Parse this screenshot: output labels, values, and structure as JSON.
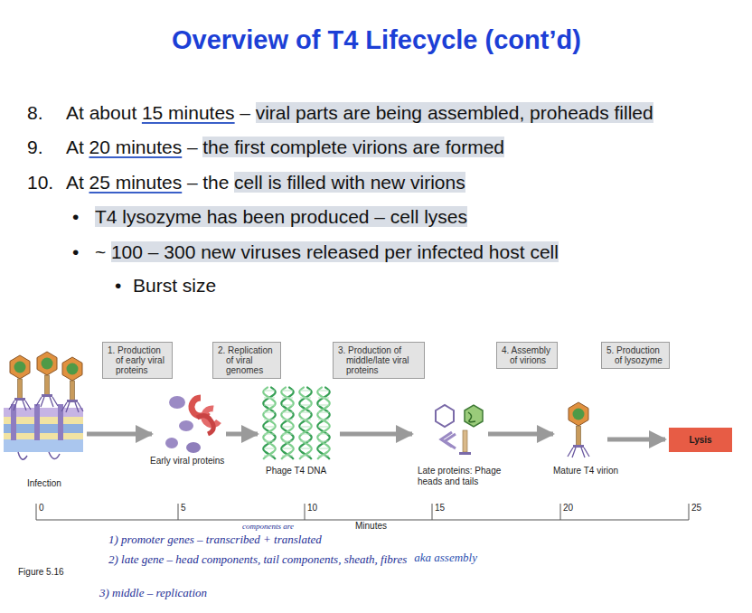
{
  "diagram": {
    "title": "Overview of T4 Lifecycle (cont’d)",
    "nodes": [
      {
        "text": [
          "1. Production of early viral proteins"
        ]
      },
      {
        "text": [
          "2. Replication of viral genomes"
        ]
      },
      {
        "text": [
          "3. Production of middle/late viral proteins"
        ]
      },
      {
        "text": [
          "4. Assembly of virions"
        ]
      },
      {
        "text": [
          "5. Production of lysozyme"
        ]
      },
      {
        "text": [
          "Lysis"
        ]
      }
    ],
    "labels": [
      "8.",
      "At about",
      "15 minutes",
      "–",
      "viral parts are being assembled, proheads filled",
      "9.",
      "At",
      "20 minutes",
      "–",
      "the first complete virions are formed",
      "10.",
      "At",
      "25 minutes",
      "–",
      "the",
      "cell is filled with new virions",
      "•",
      "T4 lysozyme has been produced – cell lyses",
      "•",
      "~",
      "100 – 300 new viruses released per infected host cell",
      "•",
      "Burst size",
      "Infection",
      "Early viral proteins",
      "Phage T4 DNA",
      "Late proteins: Phage heads and tails",
      "Mature T4 virion",
      "0",
      "5",
      "10",
      "15",
      "20",
      "25",
      "Minutes",
      "Figure 5.16",
      "components are",
      "1) promoter genes – transcribed + translated",
      "2) late gene – head components, tail components, sheath, fibres",
      "aka assembly",
      "3) middle – replication"
    ]
  }
}
